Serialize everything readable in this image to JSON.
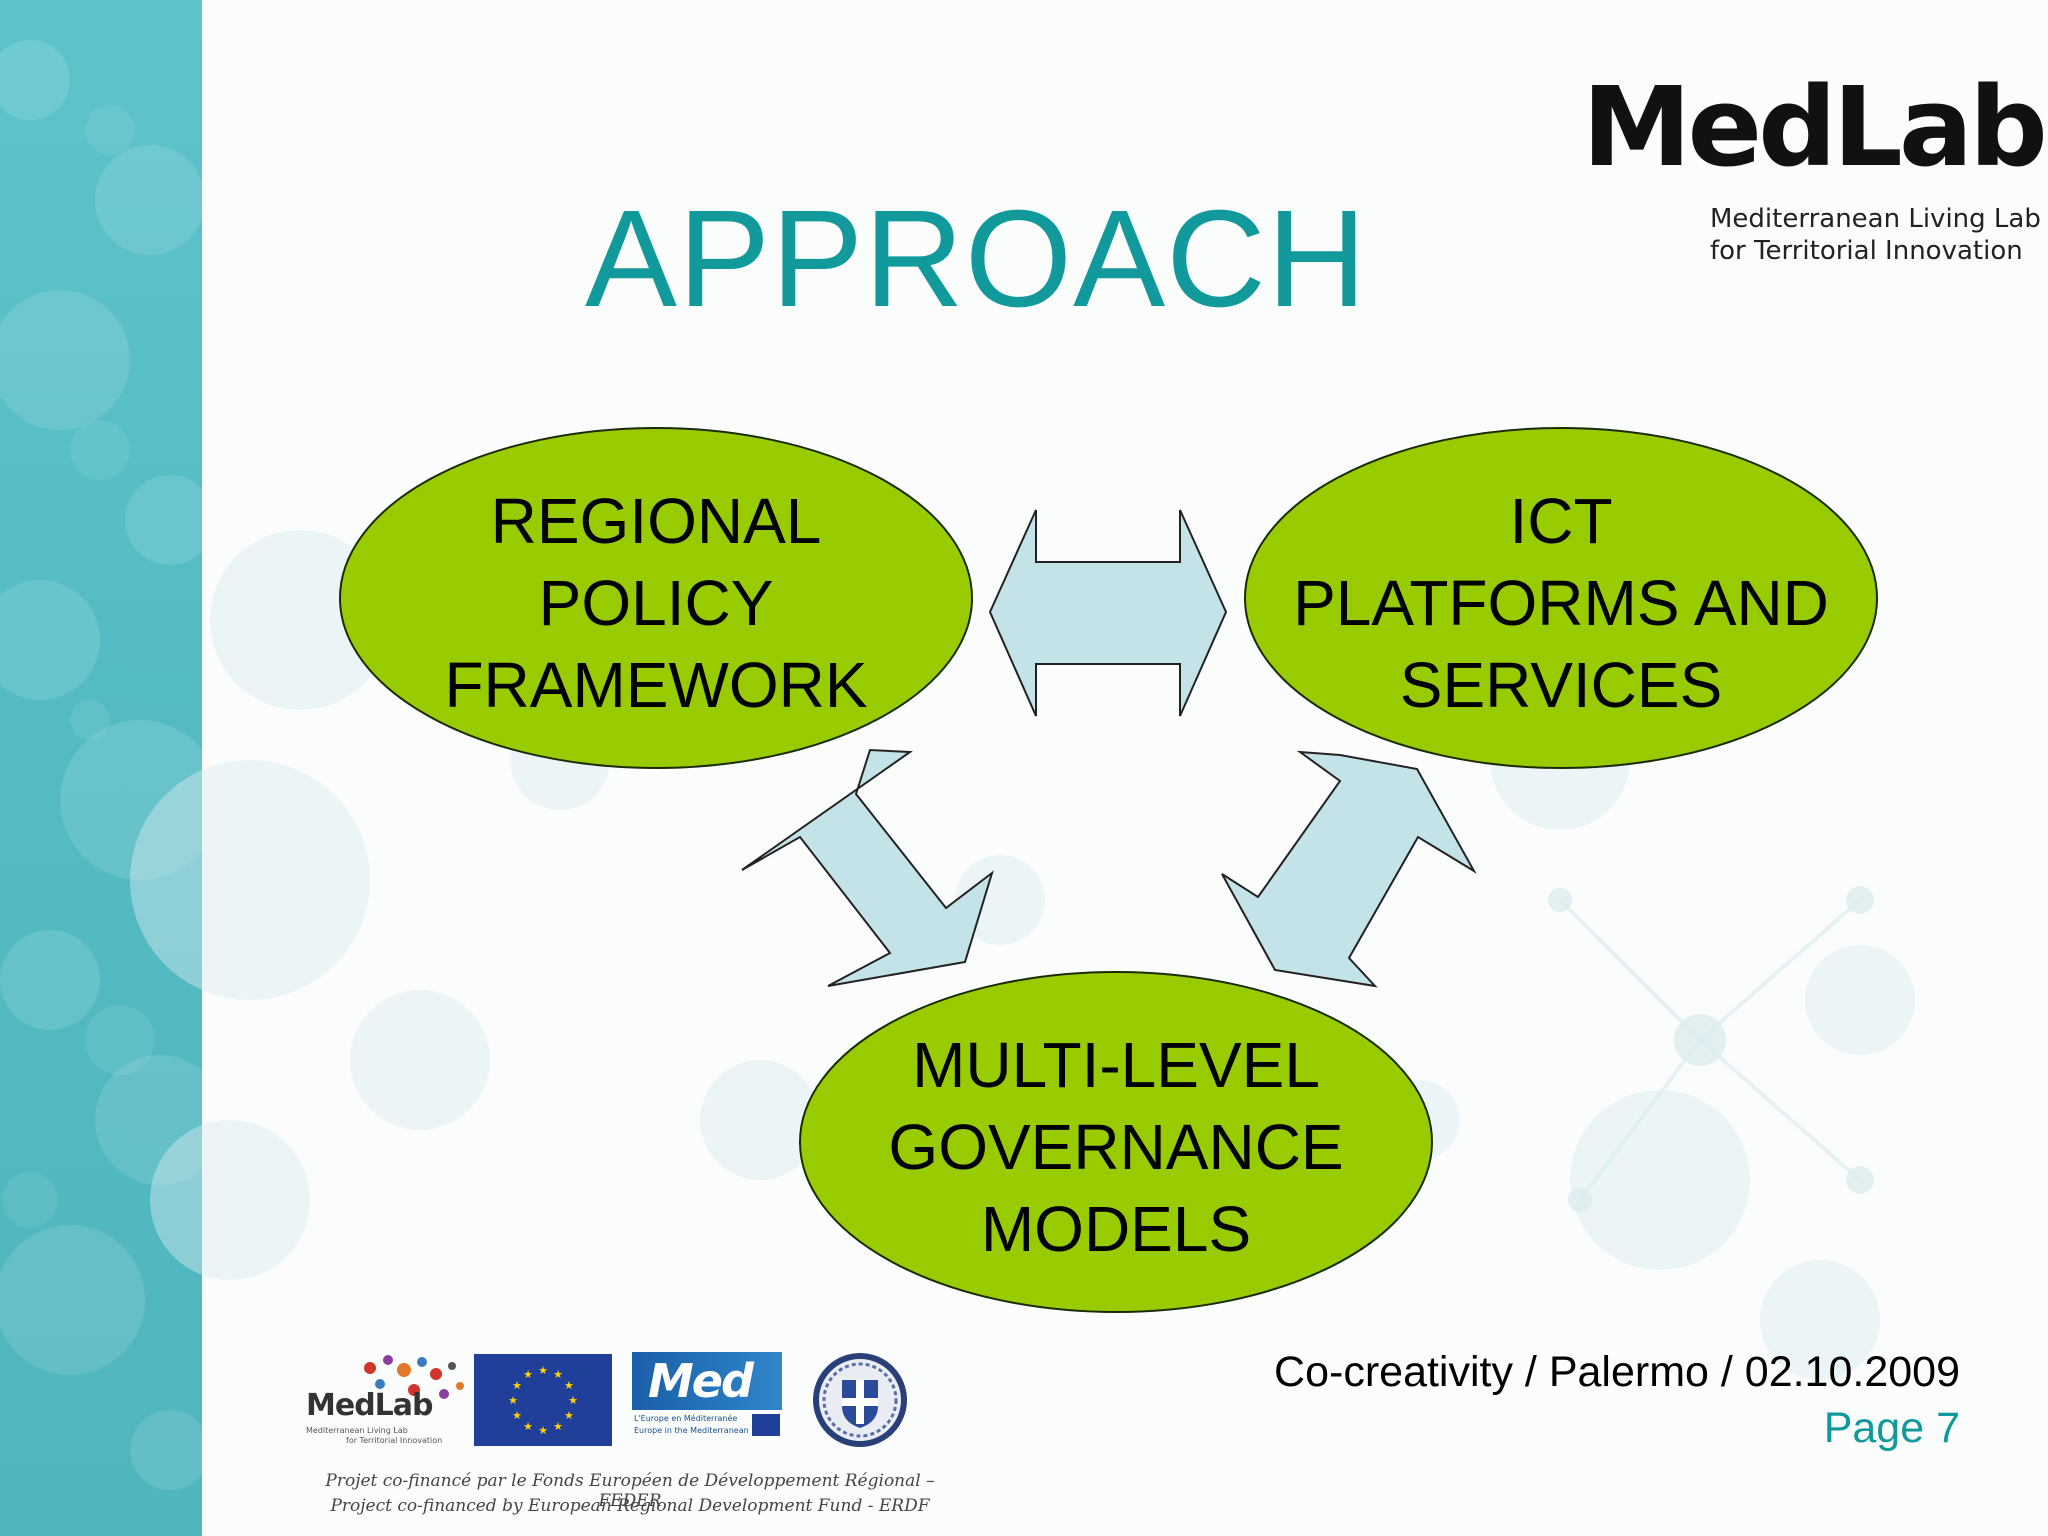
{
  "slide": {
    "title": "APPROACH"
  },
  "logo": {
    "name": "MedLab",
    "subtitle_line1": "Mediterranean Living Lab",
    "subtitle_line2": "for Territorial Innovation"
  },
  "diagram": {
    "nodes": [
      {
        "id": "regional",
        "lines": [
          "REGIONAL",
          "POLICY",
          "FRAMEWORK"
        ]
      },
      {
        "id": "ict",
        "lines": [
          "ICT",
          "PLATFORMS AND",
          "SERVICES"
        ]
      },
      {
        "id": "governance",
        "lines": [
          "MULTI-LEVEL",
          "GOVERNANCE",
          "MODELS"
        ]
      }
    ],
    "edges": [
      {
        "from": "regional",
        "to": "ict",
        "type": "double-arrow"
      },
      {
        "from": "regional",
        "to": "governance",
        "type": "double-arrow"
      },
      {
        "from": "ict",
        "to": "governance",
        "type": "double-arrow"
      }
    ],
    "colors": {
      "node_fill": "#99cc00",
      "node_stroke": "#1c2a00",
      "arrow_fill": "#c4e3e8",
      "arrow_stroke": "#222222"
    }
  },
  "footer": {
    "event": "Co-creativity / Palermo / 02.10.2009",
    "page": "Page 7",
    "cofinance_fr": "Projet co-financé par le Fonds Européen de Développement Régional – FEDER",
    "cofinance_en": "Project co-financed by European Regional Development Fund - ERDF",
    "medlab_small": "MedLab",
    "medlab_small_sub1": "Mediterranean Living Lab",
    "medlab_small_sub2": "for Territorial Innovation",
    "med_logo_text": "Med",
    "med_logo_sub1": "L'Europe en Méditerranée",
    "med_logo_sub2": "Europe in the Mediterranean"
  },
  "colors": {
    "accent": "#12999b",
    "strip": "#55bcc5"
  }
}
